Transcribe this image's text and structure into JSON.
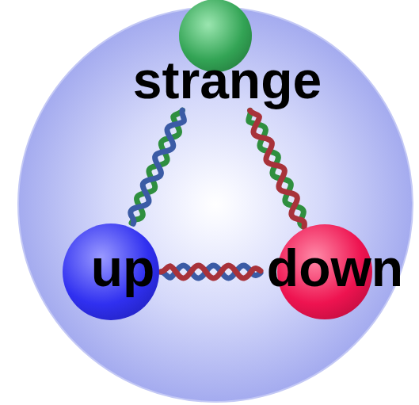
{
  "diagram": {
    "nodes": [
      {
        "text": [
          "strange"
        ]
      },
      {
        "text": [
          "up"
        ]
      },
      {
        "text": [
          "down"
        ]
      }
    ],
    "edges": [
      {
        "from": 0,
        "to": 1,
        "arrow": "none"
      },
      {
        "from": 0,
        "to": 2,
        "arrow": "none"
      },
      {
        "from": 1,
        "to": 2,
        "arrow": "none"
      }
    ]
  }
}
